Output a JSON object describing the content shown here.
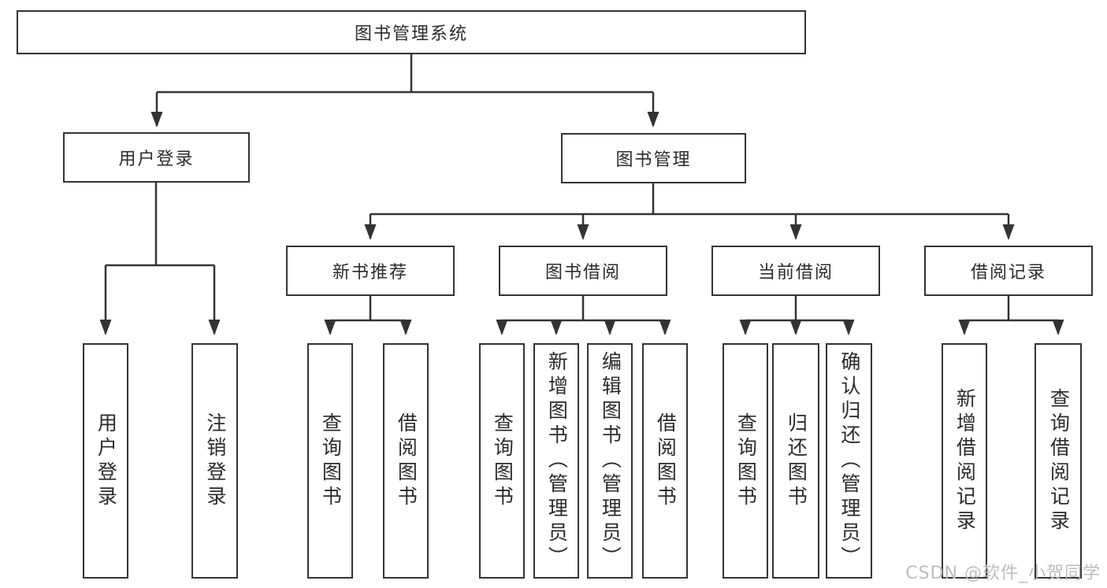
{
  "tree": {
    "root": "图书管理系统",
    "branches": [
      {
        "label": "用户登录",
        "children": [
          "用户登录",
          "注销登录"
        ]
      },
      {
        "label": "图书管理"
      }
    ],
    "sections": [
      {
        "label": "新书推荐",
        "children": [
          "查询图书",
          "借阅图书"
        ]
      },
      {
        "label": "图书借阅",
        "children": [
          "查询图书",
          "新增图书（管理员）",
          "编辑图书（管理员）",
          "借阅图书"
        ]
      },
      {
        "label": "当前借阅",
        "children": [
          "查询图书",
          "归还图书",
          "确认归还（管理员）"
        ]
      },
      {
        "label": "借阅记录",
        "children": [
          "新增借阅记录",
          "查询借阅记录"
        ]
      }
    ]
  },
  "watermark": {
    "text": "CSDN @软件_小贺同学"
  },
  "colors": {
    "line": "#333333",
    "box_border": "#333333",
    "box_fill": "#ffffff",
    "text": "#2b2b2b",
    "watermark": "#bdbdbd",
    "background": "#ffffff"
  }
}
